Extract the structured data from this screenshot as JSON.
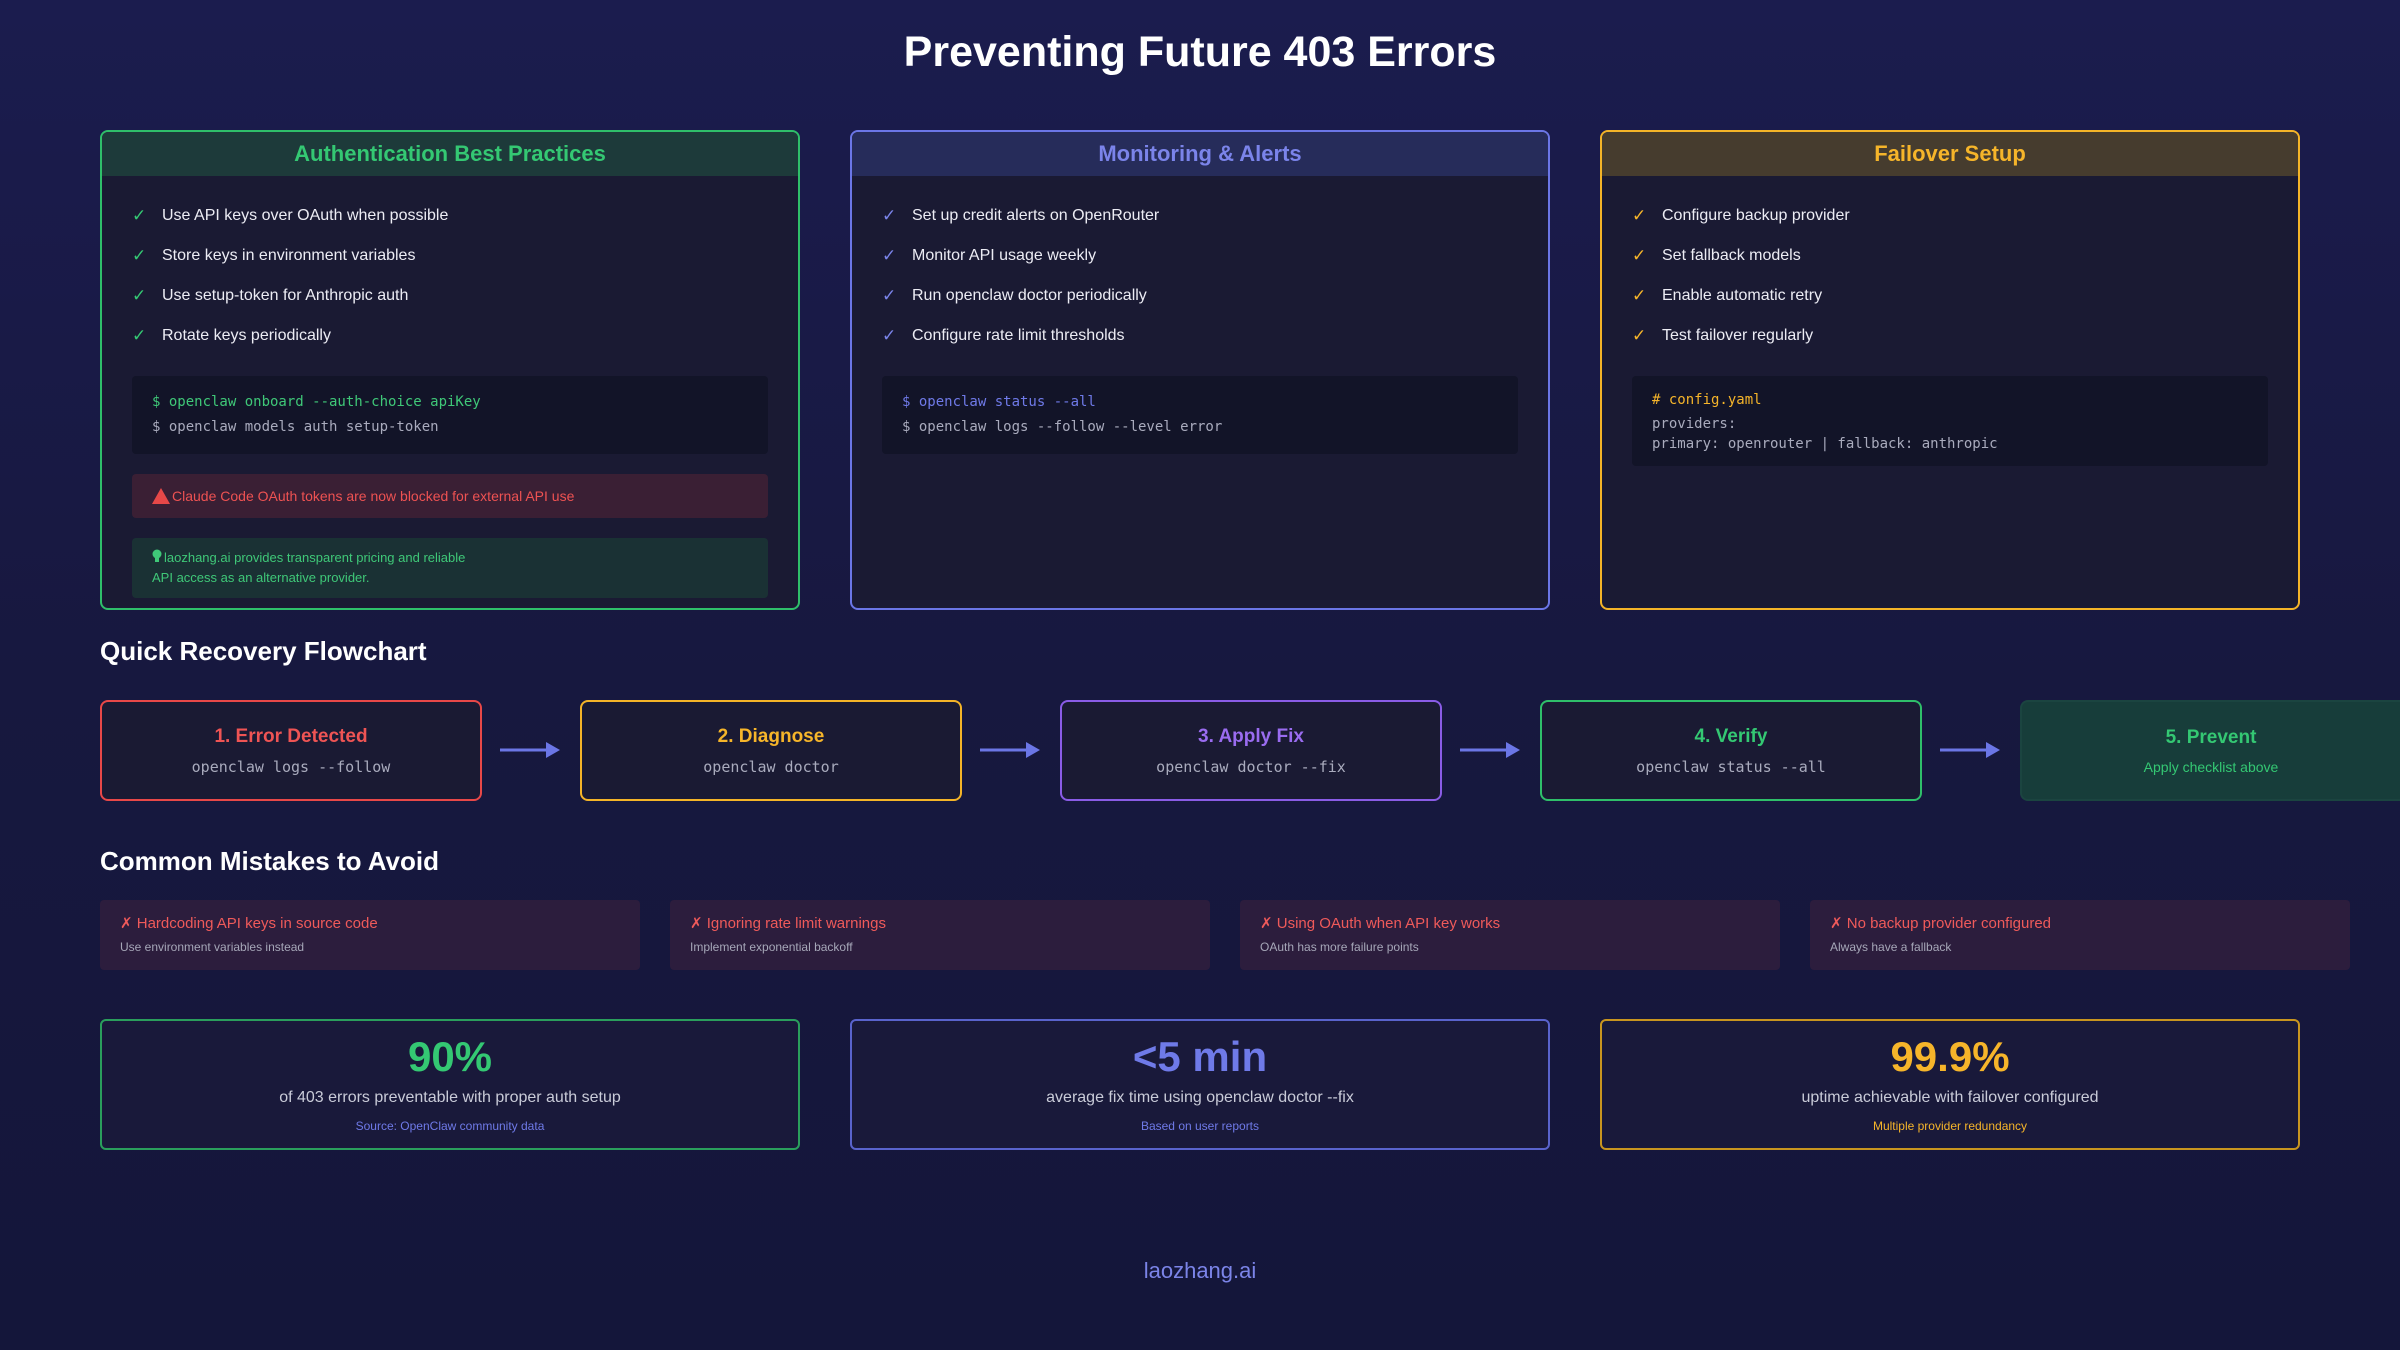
{
  "page": {
    "title": "Preventing Future 403 Errors",
    "footer": "laozhang.ai"
  },
  "colors": {
    "green": "#2fbf6a",
    "blue": "#6b76e6",
    "amber": "#f4b428",
    "red": "#e84848",
    "purple": "#8a5ce6"
  },
  "cards": {
    "auth": {
      "title": "Authentication Best Practices",
      "items": [
        "Use API keys over OAuth when possible",
        "Store keys in environment variables",
        "Use setup-token for Anthropic auth",
        "Rotate keys periodically"
      ],
      "code": [
        "$ openclaw onboard --auth-choice apiKey",
        "$ openclaw models auth setup-token"
      ],
      "warning": "Claude Code OAuth tokens are now blocked for external API use",
      "tip": [
        "laozhang.ai provides transparent pricing and reliable",
        "API access as an alternative provider."
      ]
    },
    "monitor": {
      "title": "Monitoring & Alerts",
      "items": [
        "Set up credit alerts on OpenRouter",
        "Monitor API usage weekly",
        "Run openclaw doctor periodically",
        "Configure rate limit thresholds"
      ],
      "code": [
        "$ openclaw status --all",
        "$ openclaw logs --follow --level error"
      ]
    },
    "failover": {
      "title": "Failover Setup",
      "items": [
        "Configure backup provider",
        "Set fallback models",
        "Enable automatic retry",
        "Test failover regularly"
      ],
      "code": [
        "# config.yaml",
        "providers:",
        "primary: openrouter | fallback: anthropic"
      ]
    }
  },
  "check_glyph": "✓",
  "flowchart": {
    "title": "Quick Recovery Flowchart",
    "steps": [
      {
        "label": "1. Error Detected",
        "cmd": "openclaw logs --follow"
      },
      {
        "label": "2. Diagnose",
        "cmd": "openclaw doctor"
      },
      {
        "label": "3. Apply Fix",
        "cmd": "openclaw doctor --fix"
      },
      {
        "label": "4. Verify",
        "cmd": "openclaw status --all"
      },
      {
        "label": "5. Prevent",
        "cmd": "Apply checklist above"
      }
    ]
  },
  "mistakes": {
    "title": "Common Mistakes to Avoid",
    "items": [
      {
        "title": "✗ Hardcoding API keys in source code",
        "sub": "Use environment variables instead"
      },
      {
        "title": "✗ Ignoring rate limit warnings",
        "sub": "Implement exponential backoff"
      },
      {
        "title": "✗ Using OAuth when API key works",
        "sub": "OAuth has more failure points"
      },
      {
        "title": "✗ No backup provider configured",
        "sub": "Always have a fallback"
      }
    ]
  },
  "stats": [
    {
      "value": "90%",
      "desc": "of 403 errors preventable with proper auth setup",
      "note": "Source: OpenClaw community data"
    },
    {
      "value": "<5 min",
      "desc": "average fix time using openclaw doctor --fix",
      "note": "Based on user reports"
    },
    {
      "value": "99.9%",
      "desc": "uptime achievable with failover configured",
      "note": "Multiple provider redundancy"
    }
  ]
}
